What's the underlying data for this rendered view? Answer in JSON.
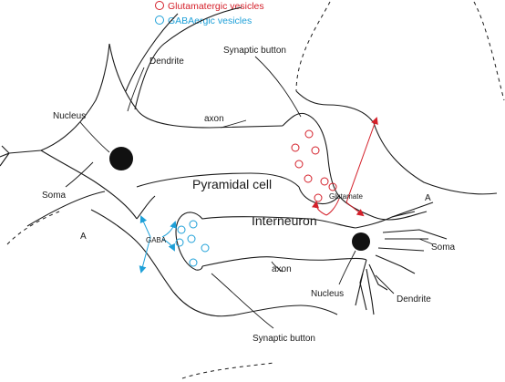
{
  "legend": {
    "glutamatergic": {
      "label": "Glutamatergic vesicles",
      "color": "#d4202a"
    },
    "gabaergic": {
      "label": "GABAergic vesicles",
      "color": "#1ea0d8"
    }
  },
  "labels": {
    "dendrite_top": "Dendrite",
    "synaptic_button_top": "Synaptic button",
    "nucleus_left": "Nucleus",
    "axon_top": "axon",
    "soma_left": "Soma",
    "pyramidal_cell": "Pyramidal cell",
    "glutamate": "Glutamate",
    "region_a_right": "A",
    "region_a_left": "A",
    "gaba": "GABA",
    "interneuron": "Interneuron",
    "soma_right": "Soma",
    "axon_bottom": "axon",
    "nucleus_right": "Nucleus",
    "dendrite_bottom": "Dendrite",
    "synaptic_button_bottom": "Synaptic button"
  },
  "colors": {
    "outline": "#1a1a1a",
    "glutamate": "#d4202a",
    "gaba": "#1ea0d8"
  }
}
